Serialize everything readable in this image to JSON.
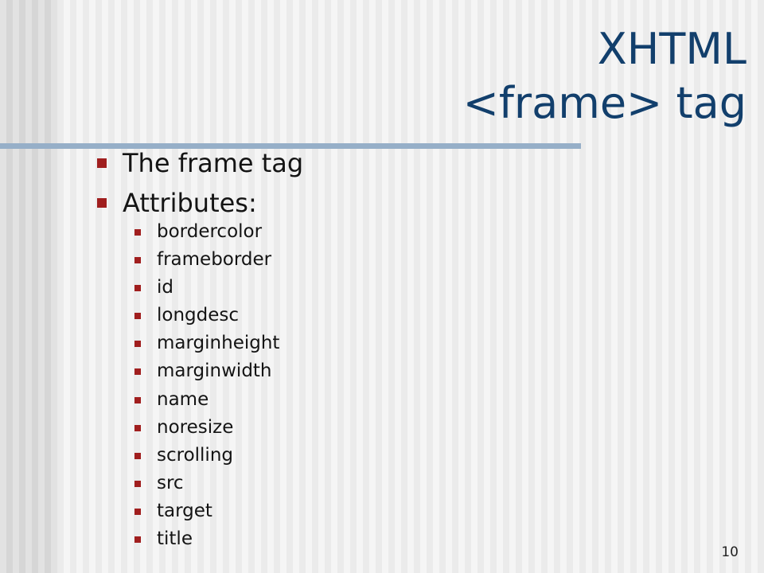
{
  "slide": {
    "title_line1": "XHTML",
    "title_line2": "<frame> tag",
    "bullets": [
      "The frame tag",
      "Attributes:"
    ],
    "attributes": [
      "bordercolor",
      "frameborder",
      "id",
      "longdesc",
      "marginheight",
      "marginwidth",
      "name",
      "noresize",
      "scrolling",
      "src",
      "target",
      "title"
    ],
    "page_number": "10"
  },
  "colors": {
    "title": "#123f6c",
    "bullet": "#a01e1e",
    "rule": "#96afc8"
  }
}
